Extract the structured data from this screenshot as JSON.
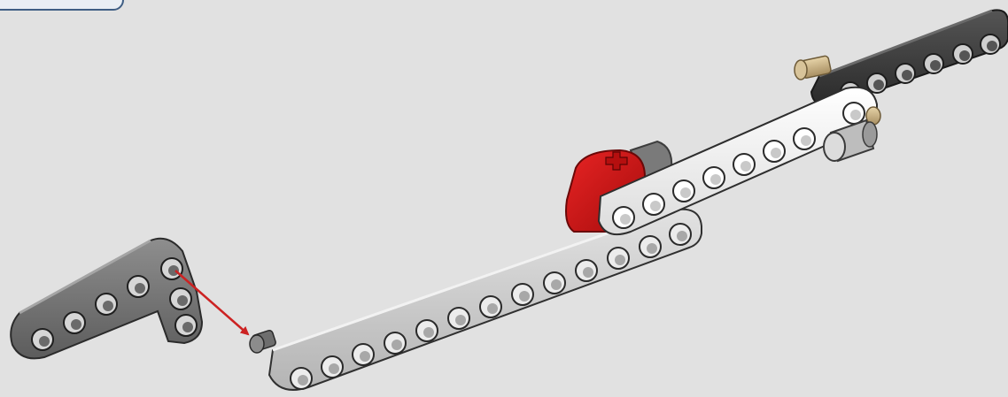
{
  "scene": {
    "background": "#e1e1e1",
    "colors": {
      "dark_beam": "#3a3a3a",
      "light_gray_beam": "#cfcfcf",
      "white_beam": "#f3f3f3",
      "angle_beam": "#7c7c7c",
      "red_connector": "#d31414",
      "tan_pin": "#cbb48a",
      "arrow": "#cc2222",
      "tab_border": "#3f5e84"
    },
    "parts": [
      {
        "name": "l-shaped-beam",
        "icon": "lego-angle-beam-icon"
      },
      {
        "name": "long-gray-beam",
        "icon": "lego-beam-icon"
      },
      {
        "name": "white-beam",
        "icon": "lego-beam-icon"
      },
      {
        "name": "black-beam",
        "icon": "lego-beam-icon"
      },
      {
        "name": "red-connector",
        "icon": "lego-cross-connector-icon"
      },
      {
        "name": "gray-bushing",
        "icon": "lego-bushing-icon"
      },
      {
        "name": "tan-axle-pin",
        "icon": "lego-pin-icon"
      },
      {
        "name": "dark-pin",
        "icon": "lego-pin-icon"
      }
    ],
    "arrow_icon": "assembly-arrow-icon"
  }
}
